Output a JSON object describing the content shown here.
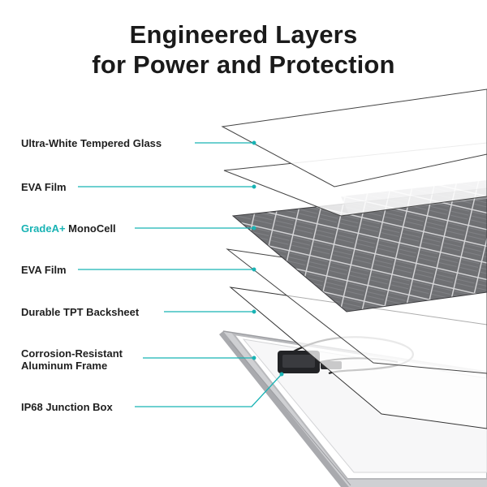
{
  "title": {
    "line1": "Engineered Layers",
    "line2": "for Power and Protection"
  },
  "colors": {
    "accent": "#18b3b4",
    "text": "#1a1a1a",
    "leader_line": "#18b3b4",
    "cell": "#6d6d70",
    "frame": "#c9c9cc"
  },
  "layers": [
    {
      "label": "Ultra-White Tempered Glass"
    },
    {
      "label": "EVA Film"
    },
    {
      "label_accent": "GradeA+",
      "label_rest": " MonoCell"
    },
    {
      "label": "EVA Film"
    },
    {
      "label": "Durable TPT Backsheet"
    },
    {
      "label_line1": "Corrosion-Resistant",
      "label_line2": "Aluminum Frame"
    },
    {
      "label": "IP68 Junction Box"
    }
  ]
}
